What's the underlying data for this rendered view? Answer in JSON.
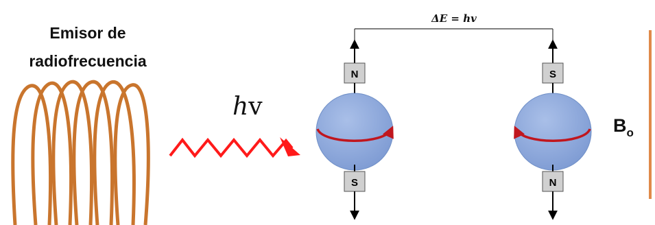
{
  "emitter": {
    "line1": "Emisor de",
    "line2": "radiofrecuencia"
  },
  "photon": {
    "h": "h",
    "nu": "v"
  },
  "energy": {
    "delta_e": "ΔE = hv"
  },
  "spin_up": {
    "top_pole": "N",
    "bottom_pole": "S"
  },
  "spin_down": {
    "top_pole": "S",
    "bottom_pole": "N"
  },
  "field": {
    "b": "B",
    "sub": "o"
  },
  "colors": {
    "coil": "#c9752d",
    "wave": "#ff1a1a",
    "sphere": "#8ea9dc",
    "sphere_stroke": "#6f8fc7",
    "spin_arrow": "#c0161e",
    "pole_box": "#d0d0d0",
    "field_arrow": "#e08a4a"
  }
}
